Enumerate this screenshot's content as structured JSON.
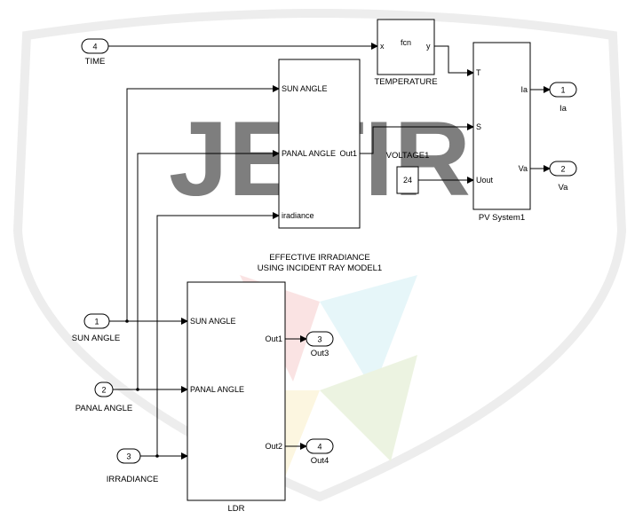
{
  "watermark": "JETIR",
  "ports_in": {
    "time": {
      "num": "4",
      "label": "TIME"
    },
    "sun_angle": {
      "num": "1",
      "label": "SUN ANGLE"
    },
    "panal_angle": {
      "num": "2",
      "label": "PANAL ANGLE"
    },
    "irradiance": {
      "num": "3",
      "label": "IRRADIANCE"
    }
  },
  "ports_out": {
    "ia": {
      "num": "1",
      "label": "Ia"
    },
    "va": {
      "num": "2",
      "label": "Va"
    },
    "out3": {
      "num": "3",
      "label": "Out3"
    },
    "out4": {
      "num": "4",
      "label": "Out4"
    }
  },
  "temperature_block": {
    "label": "TEMPERATURE",
    "fn": "fcn",
    "in": "x",
    "out": "y"
  },
  "pv_block": {
    "label": "PV System1",
    "in_t": "T",
    "in_s": "S",
    "in_u": "Uout",
    "out_ia": "Ia",
    "out_va": "Va"
  },
  "voltage_block": {
    "label": "VOLTAGE1",
    "value": "24"
  },
  "irr_block": {
    "label_line1": "EFFECTIVE IRRADIANCE",
    "label_line2": "USING INCIDENT RAY MODEL1",
    "in_sun": "SUN ANGLE",
    "in_panal": "PANAL ANGLE",
    "in_irr": "iradiance",
    "out1": "Out1"
  },
  "ldr_block": {
    "label": "LDR",
    "in_sun": "SUN ANGLE",
    "in_panal": "PANAL ANGLE",
    "out1": "Out1",
    "out2": "Out2"
  }
}
